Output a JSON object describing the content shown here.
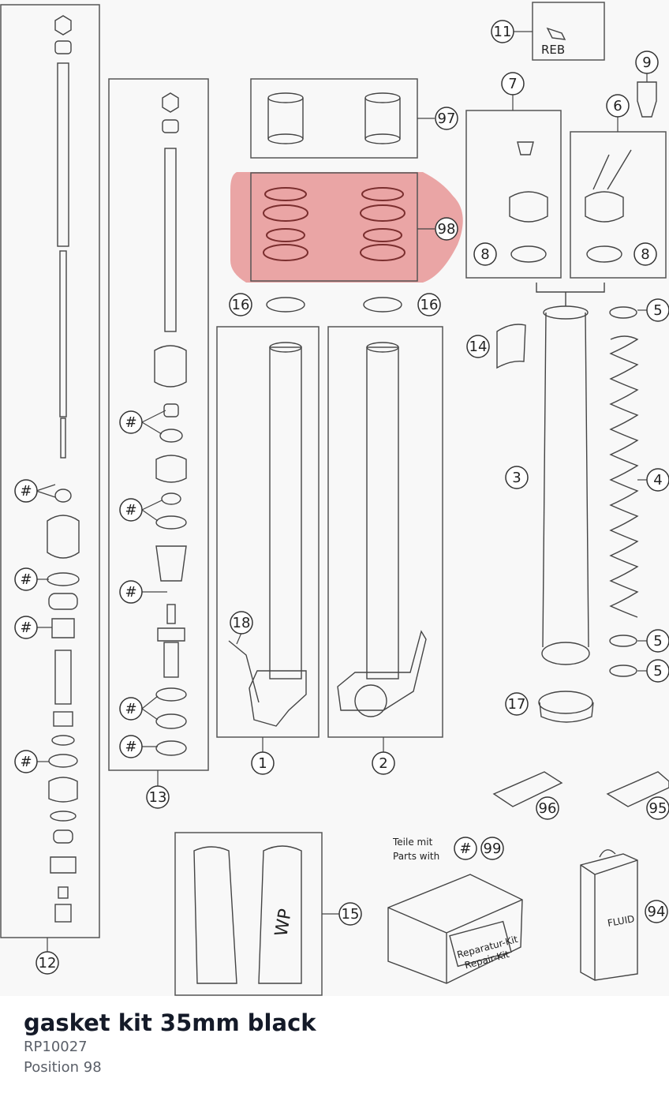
{
  "callouts": [
    {
      "id": "c11",
      "text": "11"
    },
    {
      "id": "c9",
      "text": "9"
    },
    {
      "id": "c7",
      "text": "7"
    },
    {
      "id": "c6",
      "text": "6"
    },
    {
      "id": "c97",
      "text": "97"
    },
    {
      "id": "c98",
      "text": "98"
    },
    {
      "id": "c8a",
      "text": "8"
    },
    {
      "id": "c8b",
      "text": "8"
    },
    {
      "id": "c16a",
      "text": "16"
    },
    {
      "id": "c16b",
      "text": "16"
    },
    {
      "id": "c5a",
      "text": "5"
    },
    {
      "id": "c14",
      "text": "14"
    },
    {
      "id": "c3",
      "text": "3"
    },
    {
      "id": "c4",
      "text": "4"
    },
    {
      "id": "c18",
      "text": "18"
    },
    {
      "id": "c5b",
      "text": "5"
    },
    {
      "id": "c5c",
      "text": "5"
    },
    {
      "id": "c17",
      "text": "17"
    },
    {
      "id": "c1",
      "text": "1"
    },
    {
      "id": "c2",
      "text": "2"
    },
    {
      "id": "c13",
      "text": "13"
    },
    {
      "id": "c96",
      "text": "96"
    },
    {
      "id": "c95",
      "text": "95"
    },
    {
      "id": "c15",
      "text": "15"
    },
    {
      "id": "c99",
      "text": "99"
    },
    {
      "id": "c94",
      "text": "94"
    },
    {
      "id": "c12",
      "text": "12"
    },
    {
      "id": "h1",
      "text": "#"
    },
    {
      "id": "h2",
      "text": "#"
    },
    {
      "id": "h3",
      "text": "#"
    },
    {
      "id": "h4",
      "text": "#"
    },
    {
      "id": "h5",
      "text": "#"
    },
    {
      "id": "h6",
      "text": "#"
    },
    {
      "id": "h7",
      "text": "#"
    },
    {
      "id": "h8",
      "text": "#"
    },
    {
      "id": "h9",
      "text": "#"
    },
    {
      "id": "h10",
      "text": "#"
    },
    {
      "id": "h11",
      "text": "#"
    }
  ],
  "labels": {
    "reb": "REB",
    "parts_de": "Teile mit",
    "parts_en": "Parts with",
    "kit_de": "Reparatur-Kit",
    "kit_en": "Repair-Kit",
    "fluid": "FLUID",
    "wp": "WP"
  },
  "highlight_color": "#e58a8a",
  "product": {
    "title": "gasket kit 35mm black",
    "sku": "RP10027",
    "position": "Position 98"
  }
}
